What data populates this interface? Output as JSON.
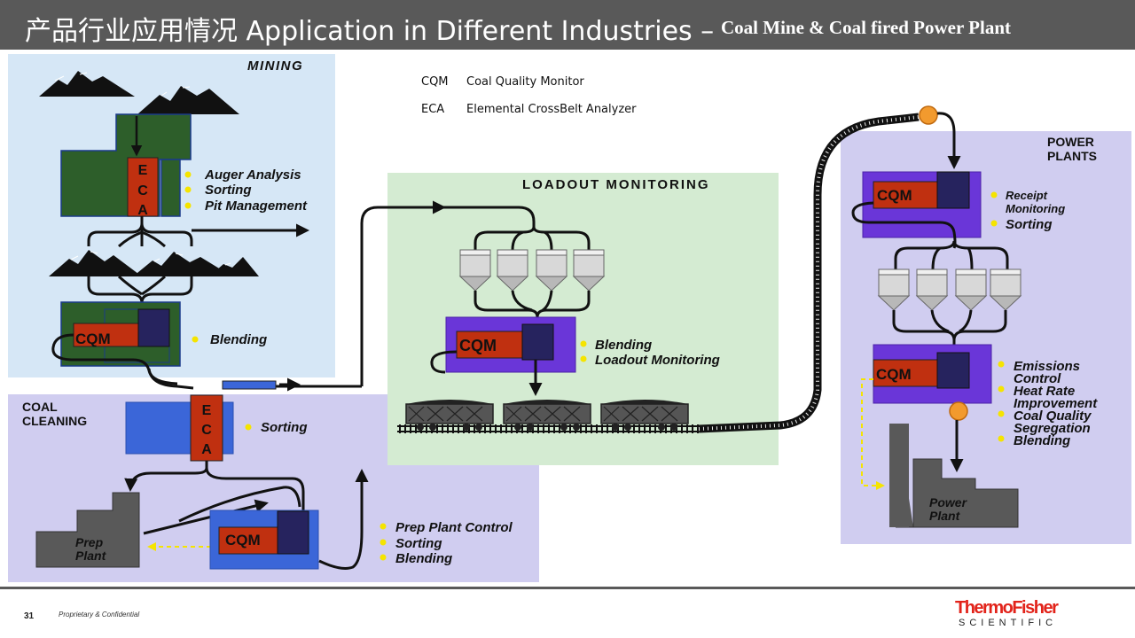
{
  "header": {
    "title": "产品行业应用情况  Application in Different Industries –",
    "subtitle": "Coal Mine & Coal fired Power Plant"
  },
  "legend": [
    {
      "abbr": "CQM",
      "text": "Coal Quality Monitor"
    },
    {
      "abbr": "ECA",
      "text": "Elemental CrossBelt Analyzer"
    }
  ],
  "regions": {
    "mining": {
      "title": "MINING",
      "bullets": [
        "Auger Analysis",
        "Sorting",
        "Pit Management"
      ],
      "blending": "Blending",
      "eca_letters": [
        "E",
        "C",
        "A"
      ],
      "cqm": "CQM"
    },
    "cleaning": {
      "title_1": "COAL",
      "title_2": "CLEANING",
      "sorting": "Sorting",
      "eca_letters": [
        "E",
        "C",
        "A"
      ],
      "cqm": "CQM",
      "plant_1": "Prep",
      "plant_2": "Plant",
      "bullets": [
        "Prep Plant Control",
        "Sorting",
        "Blending"
      ]
    },
    "loadout": {
      "title": "LOADOUT MONITORING",
      "cqm": "CQM",
      "bullets": [
        "Blending",
        "Loadout Monitoring"
      ]
    },
    "power": {
      "title_1": "POWER",
      "title_2": "PLANTS",
      "cqm1": "CQM",
      "receipt_1": "Receipt",
      "receipt_2": "Monitoring",
      "sorting": "Sorting",
      "cqm2": "CQM",
      "bullets": [
        "Emissions",
        "Control",
        "Heat Rate",
        "Improvement",
        "Coal Quality",
        "Segregation",
        "Blending"
      ],
      "plant_1": "Power",
      "plant_2": "Plant"
    }
  },
  "colors": {
    "accent_red": "#c03010",
    "blue_box": "#3b66d8",
    "purple_box": "#6a36d8",
    "navy": "#26235e",
    "green_box": "#2d5e2a",
    "bullet": "#f5e400",
    "mining_bg": "#d6e7f6",
    "cleaning_bg": "#d0cdf0",
    "loadout_bg": "#d4ebd2",
    "power_bg": "#d0cdf0"
  },
  "footer": {
    "page": "31",
    "confidential": "Proprietary & Confidential",
    "logo_top": "ThermoFisher",
    "logo_bottom": "SCIENTIFIC"
  }
}
